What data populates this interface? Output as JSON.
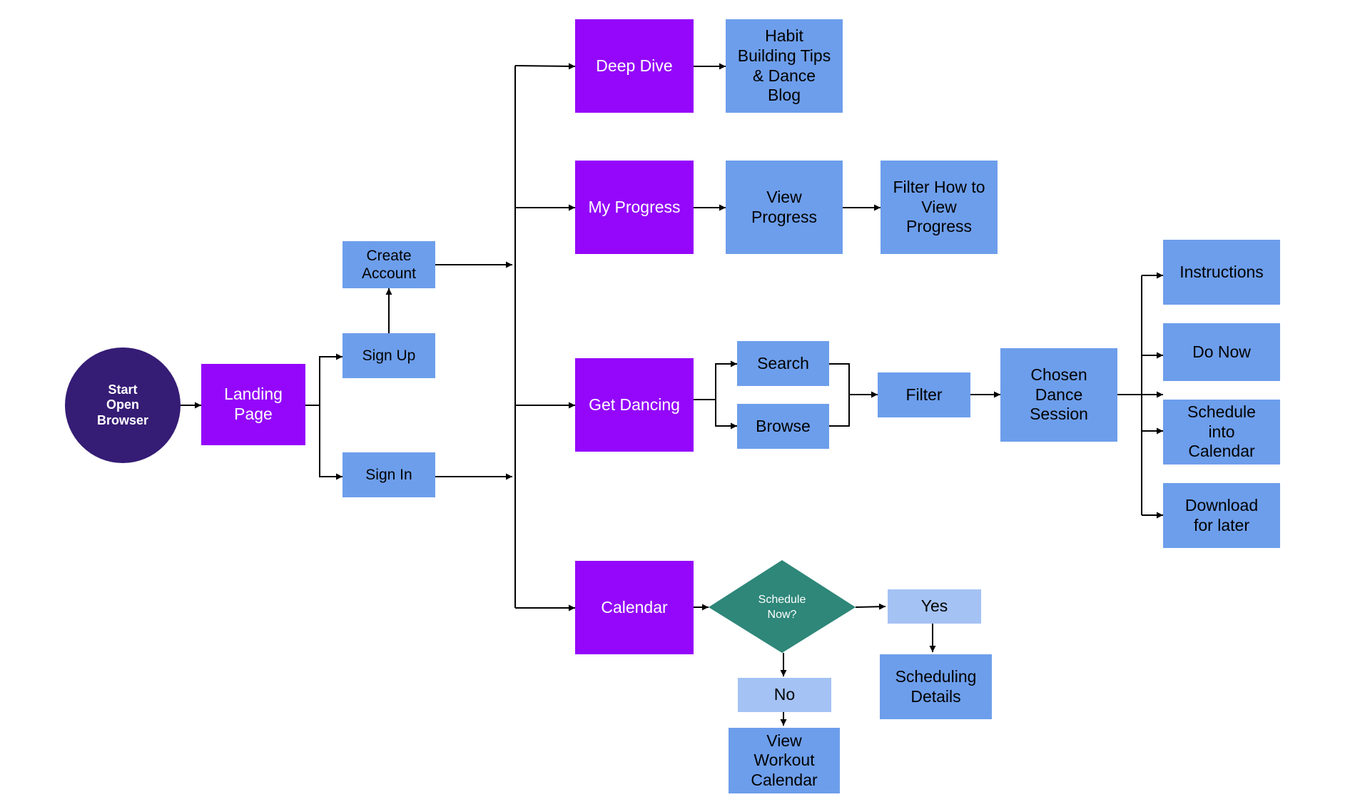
{
  "colors": {
    "primary_node": "#9407fa",
    "secondary_node": "#6d9eeb",
    "answer_node": "#a4c2f4",
    "start_node": "#351c75",
    "decision_node": "#2e8779"
  },
  "nodes": {
    "start": "Start\nOpen\nBrowser",
    "landing": "Landing\nPage",
    "sign_up": "Sign Up",
    "create_account": "Create\nAccount",
    "sign_in": "Sign In",
    "deep_dive": "Deep Dive",
    "habit_blog": "Habit\nBuilding Tips\n& Dance\nBlog",
    "my_progress": "My Progress",
    "view_progress": "View\nProgress",
    "filter_progress": "Filter How to\nView\nProgress",
    "get_dancing": "Get Dancing",
    "search": "Search",
    "browse": "Browse",
    "filter": "Filter",
    "chosen_session": "Chosen\nDance\nSession",
    "instructions": "Instructions",
    "do_now": "Do Now",
    "schedule_calendar": "Schedule\ninto\nCalendar",
    "download_later": "Download\nfor later",
    "calendar": "Calendar",
    "schedule_now": "Schedule\nNow?",
    "yes": "Yes",
    "no": "No",
    "scheduling_details": "Scheduling\nDetails",
    "view_workout_calendar": "View\nWorkout\nCalendar"
  }
}
